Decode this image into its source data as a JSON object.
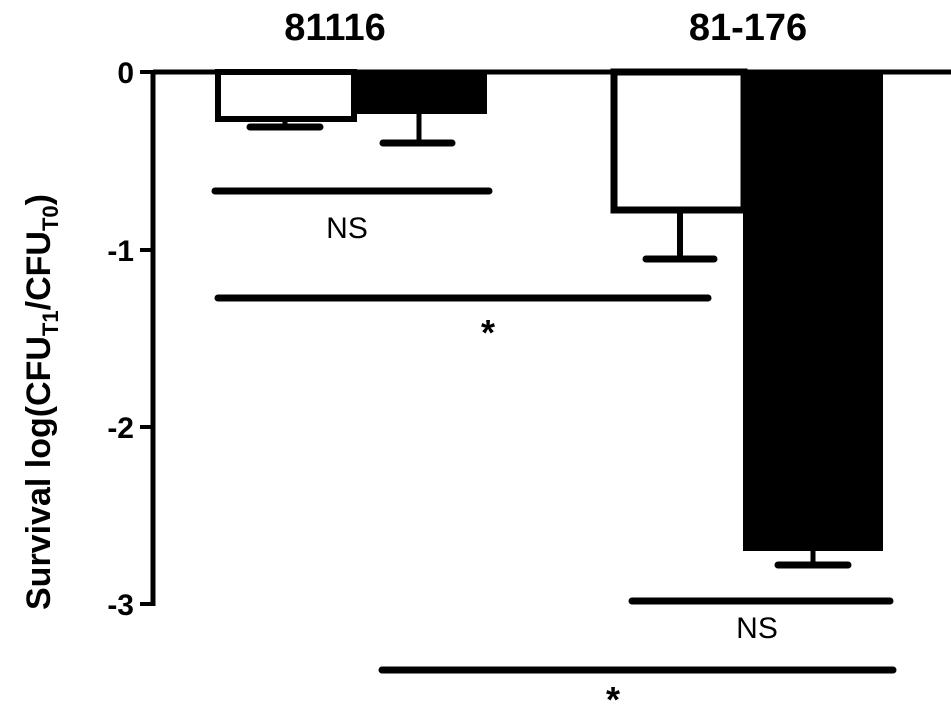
{
  "chart_data": {
    "type": "bar",
    "title": "",
    "categories": [
      "81116",
      "81-176"
    ],
    "series": [
      {
        "name": "open (white) bar",
        "fill": "#ffffff",
        "values": [
          -0.25,
          -0.79
        ],
        "errors": [
          0.05,
          0.27
        ]
      },
      {
        "name": "filled (black) bar",
        "fill": "#000000",
        "values": [
          -0.23,
          -2.71
        ],
        "errors": [
          0.17,
          0.07
        ]
      }
    ],
    "xlabel": "",
    "ylabel": "Survival log(CFU_T1/CFU_T0)",
    "ylabel_parts": {
      "main": "Survival log(CFU",
      "sub1": "T1",
      "mid": "/CFU",
      "sub2": "T0",
      "end": ")"
    },
    "yticks": [
      "0",
      "-1",
      "-2",
      "-3"
    ],
    "ylim": [
      -3,
      0
    ],
    "grid": false,
    "legend": null,
    "annotations": [
      {
        "label": "NS",
        "between": "81116 white vs 81116 black"
      },
      {
        "label": "*",
        "between": "81116 white vs 81-176 white"
      },
      {
        "label": "NS",
        "between": "81-176 white vs 81-176 black"
      },
      {
        "label": "*",
        "between": "81116 black vs 81-176 black"
      }
    ]
  }
}
